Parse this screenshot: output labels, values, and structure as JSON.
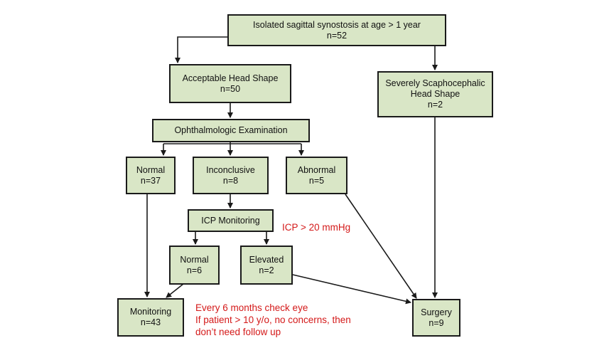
{
  "nodes": {
    "isolated": {
      "lines": [
        "Isolated sagittal synostosis at age > 1 year",
        "n=52"
      ]
    },
    "acceptable": {
      "lines": [
        "Acceptable Head Shape",
        "n=50"
      ]
    },
    "severe": {
      "lines": [
        "Severely Scaphocephalic",
        "Head Shape",
        "n=2"
      ]
    },
    "ophthalmologic": {
      "lines": [
        "Ophthalmologic Examination"
      ]
    },
    "normal_eye": {
      "lines": [
        "Normal",
        "n=37"
      ]
    },
    "inconclusive": {
      "lines": [
        "Inconclusive",
        "n=8"
      ]
    },
    "abnormal": {
      "lines": [
        "Abnormal",
        "n=5"
      ]
    },
    "icp": {
      "lines": [
        "ICP Monitoring"
      ]
    },
    "normal_icp": {
      "lines": [
        "Normal",
        "n=6"
      ]
    },
    "elevated": {
      "lines": [
        "Elevated",
        "n=2"
      ]
    },
    "monitoring": {
      "lines": [
        "Monitoring",
        "n=43"
      ]
    },
    "surgery": {
      "lines": [
        "Surgery",
        "n=9"
      ]
    }
  },
  "notes": {
    "icp_threshold": "ICP > 20 mmHg",
    "followup": [
      "Every 6 months check eye",
      "If patient > 10 y/o, no concerns, then",
      "don’t need follow up"
    ]
  },
  "colors": {
    "box_fill": "#d9e6c6",
    "box_border": "#1a1a1a",
    "annotation": "#d41919"
  }
}
